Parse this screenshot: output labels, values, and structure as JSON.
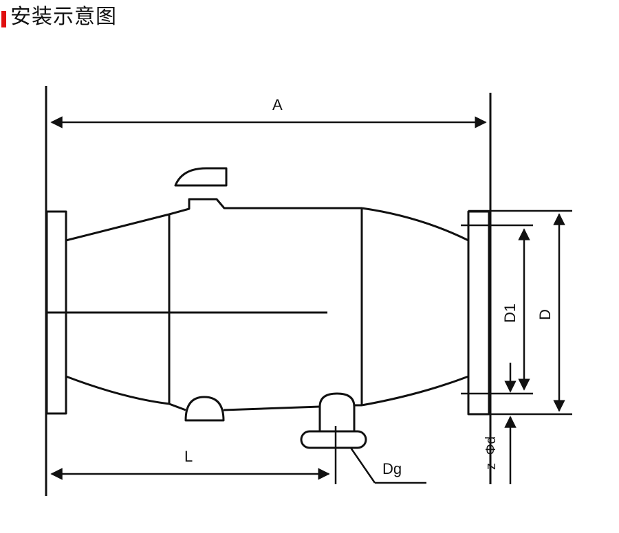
{
  "title": "安装示意图",
  "labels": {
    "A": "A",
    "L": "L",
    "D1": "D1",
    "D": "D",
    "Dg": "Dg",
    "holes": "z−Φd"
  },
  "colors": {
    "line": "#111111",
    "accent": "#e01010"
  }
}
